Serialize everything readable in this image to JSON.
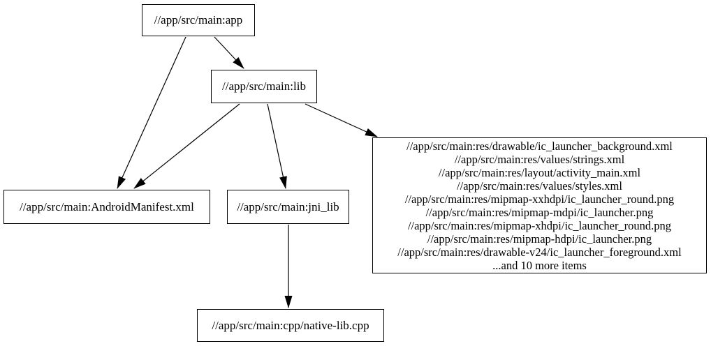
{
  "diagram": {
    "type": "dependency-graph",
    "colors": {
      "background": "#ffffff",
      "node_fill": "#ffffff",
      "node_border": "#000000",
      "text": "#000000",
      "edge": "#000000"
    },
    "nodes": {
      "app": {
        "label": "//app/src/main:app"
      },
      "lib": {
        "label": "//app/src/main:lib"
      },
      "manifest": {
        "label": "//app/src/main:AndroidManifest.xml"
      },
      "jni_lib": {
        "label": "//app/src/main:jni_lib"
      },
      "native": {
        "label": "//app/src/main:cpp/native-lib.cpp"
      },
      "res": {
        "lines": [
          "//app/src/main:res/drawable/ic_launcher_background.xml",
          "//app/src/main:res/values/strings.xml",
          "//app/src/main:res/layout/activity_main.xml",
          "//app/src/main:res/values/styles.xml",
          "//app/src/main:res/mipmap-xxhdpi/ic_launcher_round.png",
          "//app/src/main:res/mipmap-mdpi/ic_launcher.png",
          "//app/src/main:res/mipmap-xhdpi/ic_launcher_round.png",
          "//app/src/main:res/mipmap-hdpi/ic_launcher.png",
          "//app/src/main:res/drawable-v24/ic_launcher_foreground.xml",
          "...and 10 more items"
        ]
      }
    },
    "edges": [
      {
        "from": "//app/src/main:app",
        "to": "//app/src/main:lib"
      },
      {
        "from": "//app/src/main:app",
        "to": "//app/src/main:AndroidManifest.xml"
      },
      {
        "from": "//app/src/main:lib",
        "to": "//app/src/main:AndroidManifest.xml"
      },
      {
        "from": "//app/src/main:lib",
        "to": "//app/src/main:jni_lib"
      },
      {
        "from": "//app/src/main:lib",
        "to": "res-file-group"
      },
      {
        "from": "//app/src/main:jni_lib",
        "to": "//app/src/main:cpp/native-lib.cpp"
      }
    ]
  }
}
